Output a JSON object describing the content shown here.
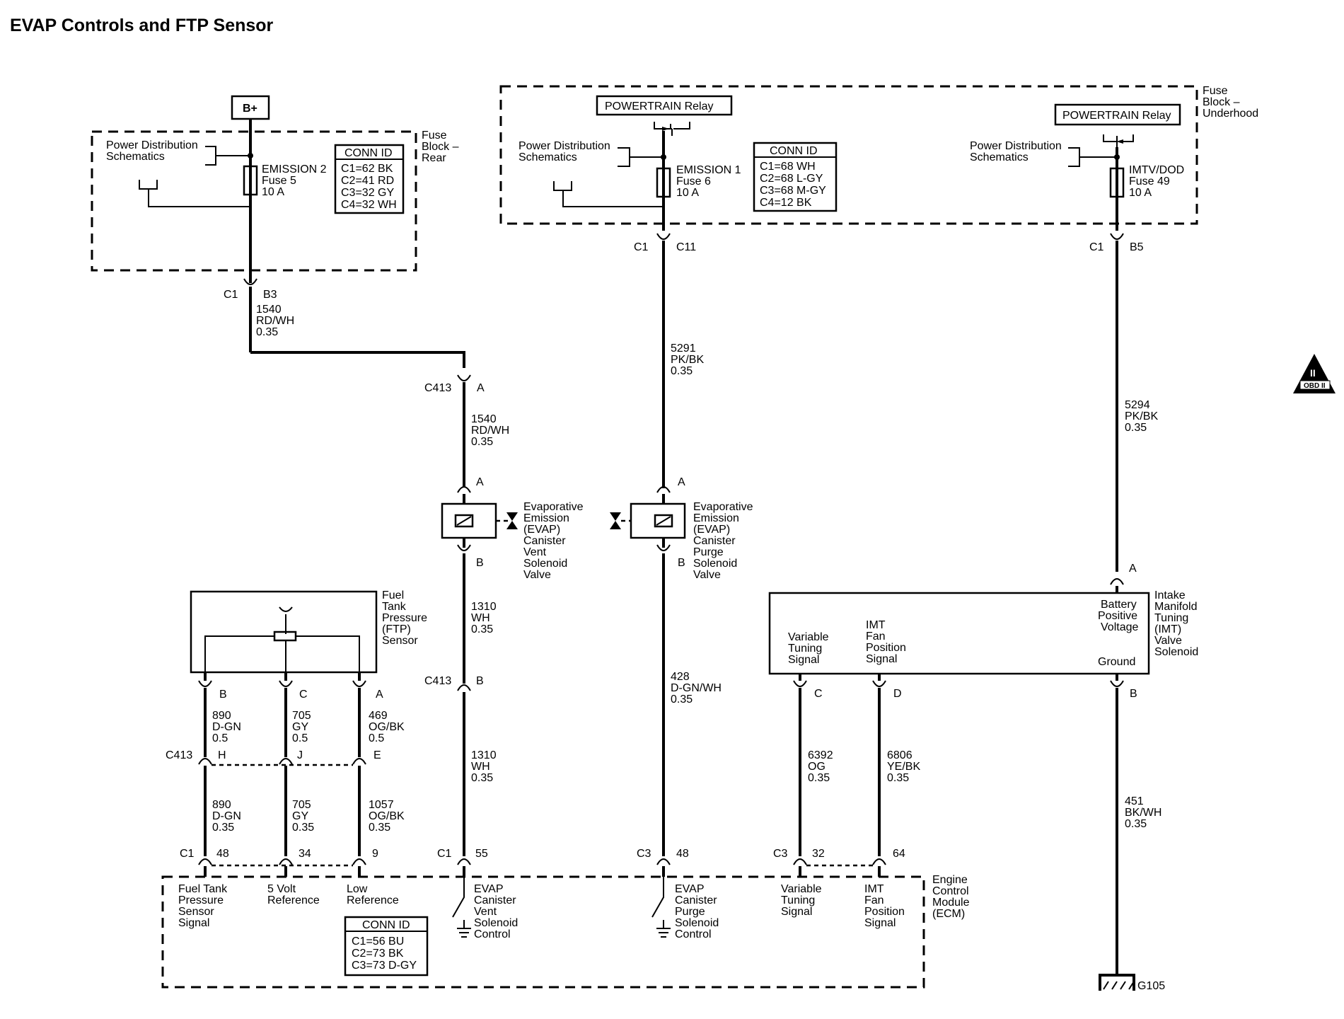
{
  "title": "EVAP Controls and FTP Sensor",
  "fuse_block_rear": {
    "label": [
      "Fuse",
      "Block –",
      "Rear"
    ],
    "power_source": "B+",
    "power_dist": [
      "Power Distribution",
      "Schematics"
    ],
    "fuse": [
      "EMISSION 2",
      "Fuse 5",
      "10 A"
    ],
    "conn_id_title": "CONN ID",
    "conn_id": [
      "C1=62 BK",
      "C2=41 RD",
      "C3=32 GY",
      "C4=32 WH"
    ]
  },
  "fuse_block_underhood": {
    "label": [
      "Fuse",
      "Block –",
      "Underhood"
    ],
    "relay1": "POWERTRAIN Relay",
    "relay2": "POWERTRAIN Relay",
    "power_dist1": [
      "Power Distribution",
      "Schematics"
    ],
    "power_dist2": [
      "Power Distribution",
      "Schematics"
    ],
    "fuse1": [
      "EMISSION 1",
      "Fuse 6",
      "10 A"
    ],
    "fuse2": [
      "IMTV/DOD",
      "Fuse 49",
      "10 A"
    ],
    "conn_id_title": "CONN ID",
    "conn_id": [
      "C1=68 WH",
      "C2=68 L-GY",
      "C3=68 M-GY",
      "C4=12 BK"
    ]
  },
  "connectors": {
    "rear_c1": "C1",
    "rear_b3": "B3",
    "uh_c1a": "C1",
    "uh_c11": "C11",
    "uh_c1b": "C1",
    "uh_b5": "B5",
    "c413": "C413",
    "pin_a": "A",
    "pin_b": "B",
    "c413_b": "C413",
    "pin_b2": "B",
    "vent_a": "A",
    "vent_b": "B",
    "purge_a": "A",
    "purge_b": "B",
    "ftp_b": "B",
    "ftp_c": "C",
    "ftp_a": "A",
    "c413_h": "C413",
    "pin_h": "H",
    "pin_j": "J",
    "pin_e": "E",
    "ecm_c1": "C1",
    "pin_48": "48",
    "pin_34": "34",
    "pin_9": "9",
    "ecm_c1b": "C1",
    "pin_55": "55",
    "ecm_c3": "C3",
    "pin_48b": "48",
    "ecm_c3b": "C3",
    "pin_32": "32",
    "pin_64": "64",
    "imt_a": "A",
    "imt_c": "C",
    "imt_d": "D",
    "imt_b": "B"
  },
  "wires": {
    "w1540a": [
      "1540",
      "RD/WH",
      "0.35"
    ],
    "w1540b": [
      "1540",
      "RD/WH",
      "0.35"
    ],
    "w5291": [
      "5291",
      "PK/BK",
      "0.35"
    ],
    "w5294": [
      "5294",
      "PK/BK",
      "0.35"
    ],
    "w1310a": [
      "1310",
      "WH",
      "0.35"
    ],
    "w1310b": [
      "1310",
      "WH",
      "0.35"
    ],
    "w428": [
      "428",
      "D-GN/WH",
      "0.35"
    ],
    "w890a": [
      "890",
      "D-GN",
      "0.5"
    ],
    "w705a": [
      "705",
      "GY",
      "0.5"
    ],
    "w469": [
      "469",
      "OG/BK",
      "0.5"
    ],
    "w890b": [
      "890",
      "D-GN",
      "0.35"
    ],
    "w705b": [
      "705",
      "GY",
      "0.35"
    ],
    "w1057": [
      "1057",
      "OG/BK",
      "0.35"
    ],
    "w6392": [
      "6392",
      "OG",
      "0.35"
    ],
    "w6806": [
      "6806",
      "YE/BK",
      "0.35"
    ],
    "w451": [
      "451",
      "BK/WH",
      "0.35"
    ]
  },
  "components": {
    "vent_valve": [
      "Evaporative",
      "Emission",
      "(EVAP)",
      "Canister",
      "Vent",
      "Solenoid",
      "Valve"
    ],
    "purge_valve": [
      "Evaporative",
      "Emission",
      "(EVAP)",
      "Canister",
      "Purge",
      "Solenoid",
      "Valve"
    ],
    "ftp_sensor": [
      "Fuel",
      "Tank",
      "Pressure",
      "(FTP)",
      "Sensor"
    ],
    "imt_solenoid": [
      "Intake",
      "Manifold",
      "Tuning",
      "(IMT)",
      "Valve",
      "Solenoid"
    ],
    "imt_batt": [
      "Battery",
      "Positive",
      "Voltage"
    ],
    "imt_ground": "Ground",
    "imt_var": [
      "Variable",
      "Tuning",
      "Signal"
    ],
    "imt_fan": [
      "IMT",
      "Fan",
      "Position",
      "Signal"
    ]
  },
  "ecm": {
    "label": [
      "Engine",
      "Control",
      "Module",
      "(ECM)"
    ],
    "ftp_signal": [
      "Fuel Tank",
      "Pressure",
      "Sensor",
      "Signal"
    ],
    "ref5v": [
      "5 Volt",
      "Reference"
    ],
    "low_ref": [
      "Low",
      "Reference"
    ],
    "vent_ctrl": [
      "EVAP",
      "Canister",
      "Vent",
      "Solenoid",
      "Control"
    ],
    "purge_ctrl": [
      "EVAP",
      "Canister",
      "Purge",
      "Solenoid",
      "Control"
    ],
    "var_tuning": [
      "Variable",
      "Tuning",
      "Signal"
    ],
    "imt_fan": [
      "IMT",
      "Fan",
      "Position",
      "Signal"
    ],
    "conn_id_title": "CONN ID",
    "conn_id": [
      "C1=56 BU",
      "C2=73 BK",
      "C3=73 D-GY"
    ]
  },
  "ground": "G105",
  "obd_badge": {
    "numeral": "II",
    "text": "OBD II"
  }
}
